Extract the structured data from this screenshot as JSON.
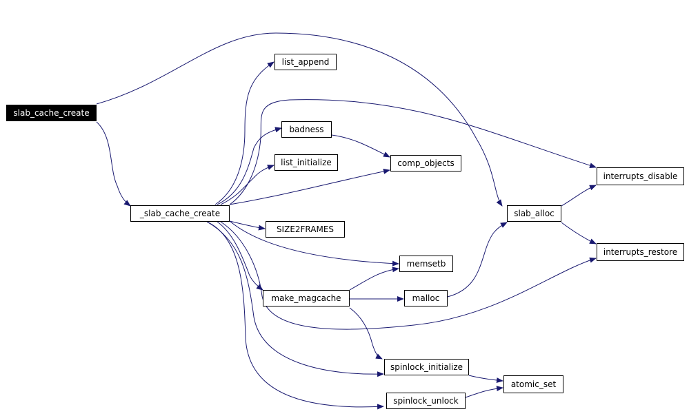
{
  "colors": {
    "edge": "#191970",
    "root_fill": "#000000",
    "node_fill": "#ffffff"
  },
  "nodes": {
    "slab_cache_create": "slab_cache_create",
    "_slab_cache_create": "_slab_cache_create",
    "list_append": "list_append",
    "badness": "badness",
    "list_initialize": "list_initialize",
    "comp_objects": "comp_objects",
    "SIZE2FRAMES": "SIZE2FRAMES",
    "memsetb": "memsetb",
    "make_magcache": "make_magcache",
    "malloc": "malloc",
    "slab_alloc": "slab_alloc",
    "interrupts_disable": "interrupts_disable",
    "interrupts_restore": "interrupts_restore",
    "spinlock_initialize": "spinlock_initialize",
    "spinlock_unlock": "spinlock_unlock",
    "atomic_set": "atomic_set"
  },
  "edges": [
    [
      "slab_cache_create",
      "_slab_cache_create"
    ],
    [
      "slab_cache_create",
      "slab_alloc"
    ],
    [
      "_slab_cache_create",
      "list_append"
    ],
    [
      "_slab_cache_create",
      "badness"
    ],
    [
      "_slab_cache_create",
      "list_initialize"
    ],
    [
      "_slab_cache_create",
      "comp_objects"
    ],
    [
      "_slab_cache_create",
      "interrupts_disable"
    ],
    [
      "_slab_cache_create",
      "SIZE2FRAMES"
    ],
    [
      "_slab_cache_create",
      "memsetb"
    ],
    [
      "_slab_cache_create",
      "make_magcache"
    ],
    [
      "_slab_cache_create",
      "interrupts_restore"
    ],
    [
      "_slab_cache_create",
      "spinlock_initialize"
    ],
    [
      "_slab_cache_create",
      "spinlock_unlock"
    ],
    [
      "badness",
      "comp_objects"
    ],
    [
      "make_magcache",
      "memsetb"
    ],
    [
      "make_magcache",
      "malloc"
    ],
    [
      "make_magcache",
      "spinlock_initialize"
    ],
    [
      "malloc",
      "slab_alloc"
    ],
    [
      "slab_alloc",
      "interrupts_disable"
    ],
    [
      "slab_alloc",
      "interrupts_restore"
    ],
    [
      "spinlock_initialize",
      "atomic_set"
    ],
    [
      "spinlock_unlock",
      "atomic_set"
    ]
  ]
}
